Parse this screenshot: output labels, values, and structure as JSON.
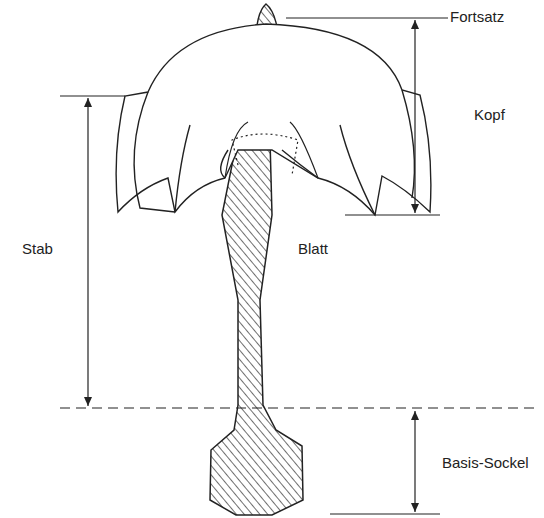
{
  "diagram": {
    "labels": [
      "Fortsatz",
      "Kopf",
      "Stab",
      "Blatt",
      "Basis-Sockel"
    ]
  }
}
